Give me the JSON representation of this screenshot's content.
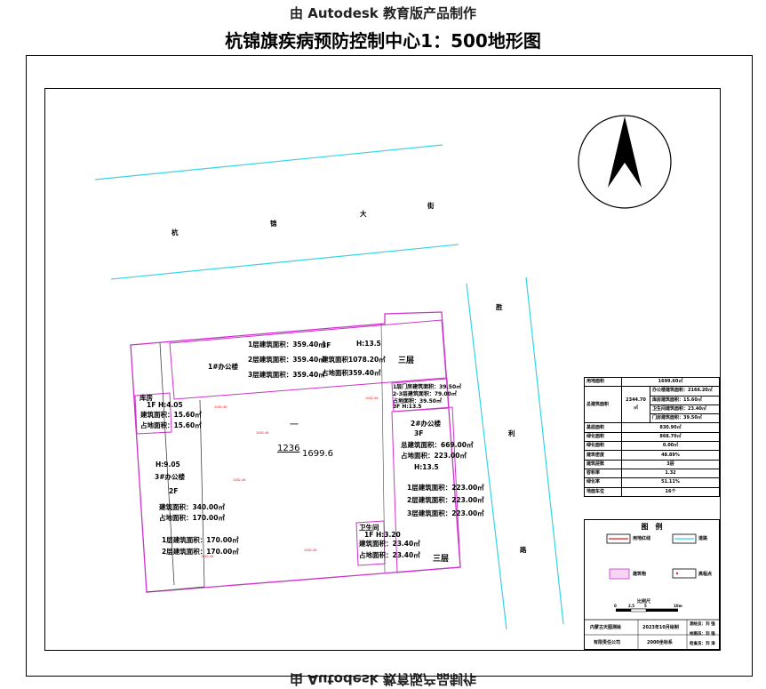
{
  "watermark_top": "由 Autodesk 教育版产品制作",
  "watermark_bottom": "由 Autodesk 教育版产品制作",
  "title": "杭锦旗疾病预防控制中心1：500地形图",
  "road_north": [
    "杭",
    "锦",
    "大",
    "街"
  ],
  "road_east": [
    "胜",
    "利",
    "路"
  ],
  "parcel_code": "1236",
  "parcel_area": "1699.6",
  "parcel_mark": "一",
  "buildings": {
    "b1": {
      "name": "1#办公楼",
      "floor1": "1层建筑面积：359.40㎡",
      "floor2": "2层建筑面积：359.40㎡",
      "floor3": "3层建筑面积：359.40㎡",
      "floors": "3F",
      "height": "H:13.5",
      "total": "建筑面积1078.20㎡",
      "footprint": "占地面积359.40㎡",
      "mark": "三层"
    },
    "gate": {
      "floor1": "1层门房建筑面积：39.50㎡",
      "floor23": "2-3层建筑面积：79.00㎡",
      "footprint": "占地面积：39.50㎡",
      "height": "3F H:13.5"
    },
    "warehouse": {
      "name": "库房",
      "height": "1F H:4.05",
      "area": "建筑面积：15.60㎡",
      "footprint": "占地面积：15.60㎡"
    },
    "b2": {
      "name": "2#办公楼",
      "floors": "3F",
      "total": "总建筑面积：669.00㎡",
      "footprint": "占地面积：223.00㎡",
      "height": "H:13.5",
      "floor1": "1层建筑面积：223.00㎡",
      "floor2": "2层建筑面积：223.00㎡",
      "floor3": "3层建筑面积：223.00㎡",
      "mark": "三层"
    },
    "b3": {
      "height": "H:9.05",
      "name": "3#办公楼",
      "floors": "2F",
      "area": "建筑面积：340.00㎡",
      "footprint": "占地面积：170.00㎡",
      "floor1": "1层建筑面积：170.00㎡",
      "floor2": "2层建筑面积：170.00㎡"
    },
    "toilet": {
      "name": "卫生间",
      "height": "1F H:3.20",
      "area": "建筑面积：23.40㎡",
      "footprint": "占地面积：23.40㎡"
    }
  },
  "elevations": [
    "1082.46",
    "1082.46",
    "1082.46",
    "1082.46",
    "1082.46",
    "1082.46"
  ],
  "stats": {
    "land_label": "用地面积",
    "land_value": "1699.60㎡",
    "total_label": "总建筑面积",
    "total_value": "2344.70㎡",
    "sub": [
      "办公楼建筑面积：2166.20㎡",
      "库房建筑面积：15.60㎡",
      "卫生间建筑面积：23.40㎡",
      "门房建筑面积：39.50㎡"
    ],
    "rows": [
      [
        "基底面积",
        "830.90㎡"
      ],
      [
        "绿化面积",
        "868.70㎡"
      ],
      [
        "绿化面积",
        "0.00㎡"
      ],
      [
        "建筑密度",
        "48.89%"
      ],
      [
        "建筑层数",
        "3层"
      ],
      [
        "容积率",
        "1.32"
      ],
      [
        "绿化率",
        "51.11%"
      ],
      [
        "地面车位",
        "16个"
      ]
    ]
  },
  "legend": {
    "title": "图　例",
    "items": [
      "用地红线",
      "道路",
      "建筑物",
      "高程点"
    ],
    "scale_title": "比例尺",
    "scale_ticks": [
      "0",
      "2.5",
      "5",
      "10m"
    ]
  },
  "footer": {
    "org1": "内蒙古天图测绘",
    "org2": "有限责任公司",
    "date": "2023年10月绘制",
    "coord": "2000坐标系",
    "role1": "测绘员：刘 强",
    "role2": "绘图员：刘 强",
    "role3": "检查员：刘 涛"
  },
  "colors": {
    "boundary": "#cc33cc",
    "road": "#33d6e6",
    "building_line": "#444444",
    "elevation": "#e02020"
  }
}
